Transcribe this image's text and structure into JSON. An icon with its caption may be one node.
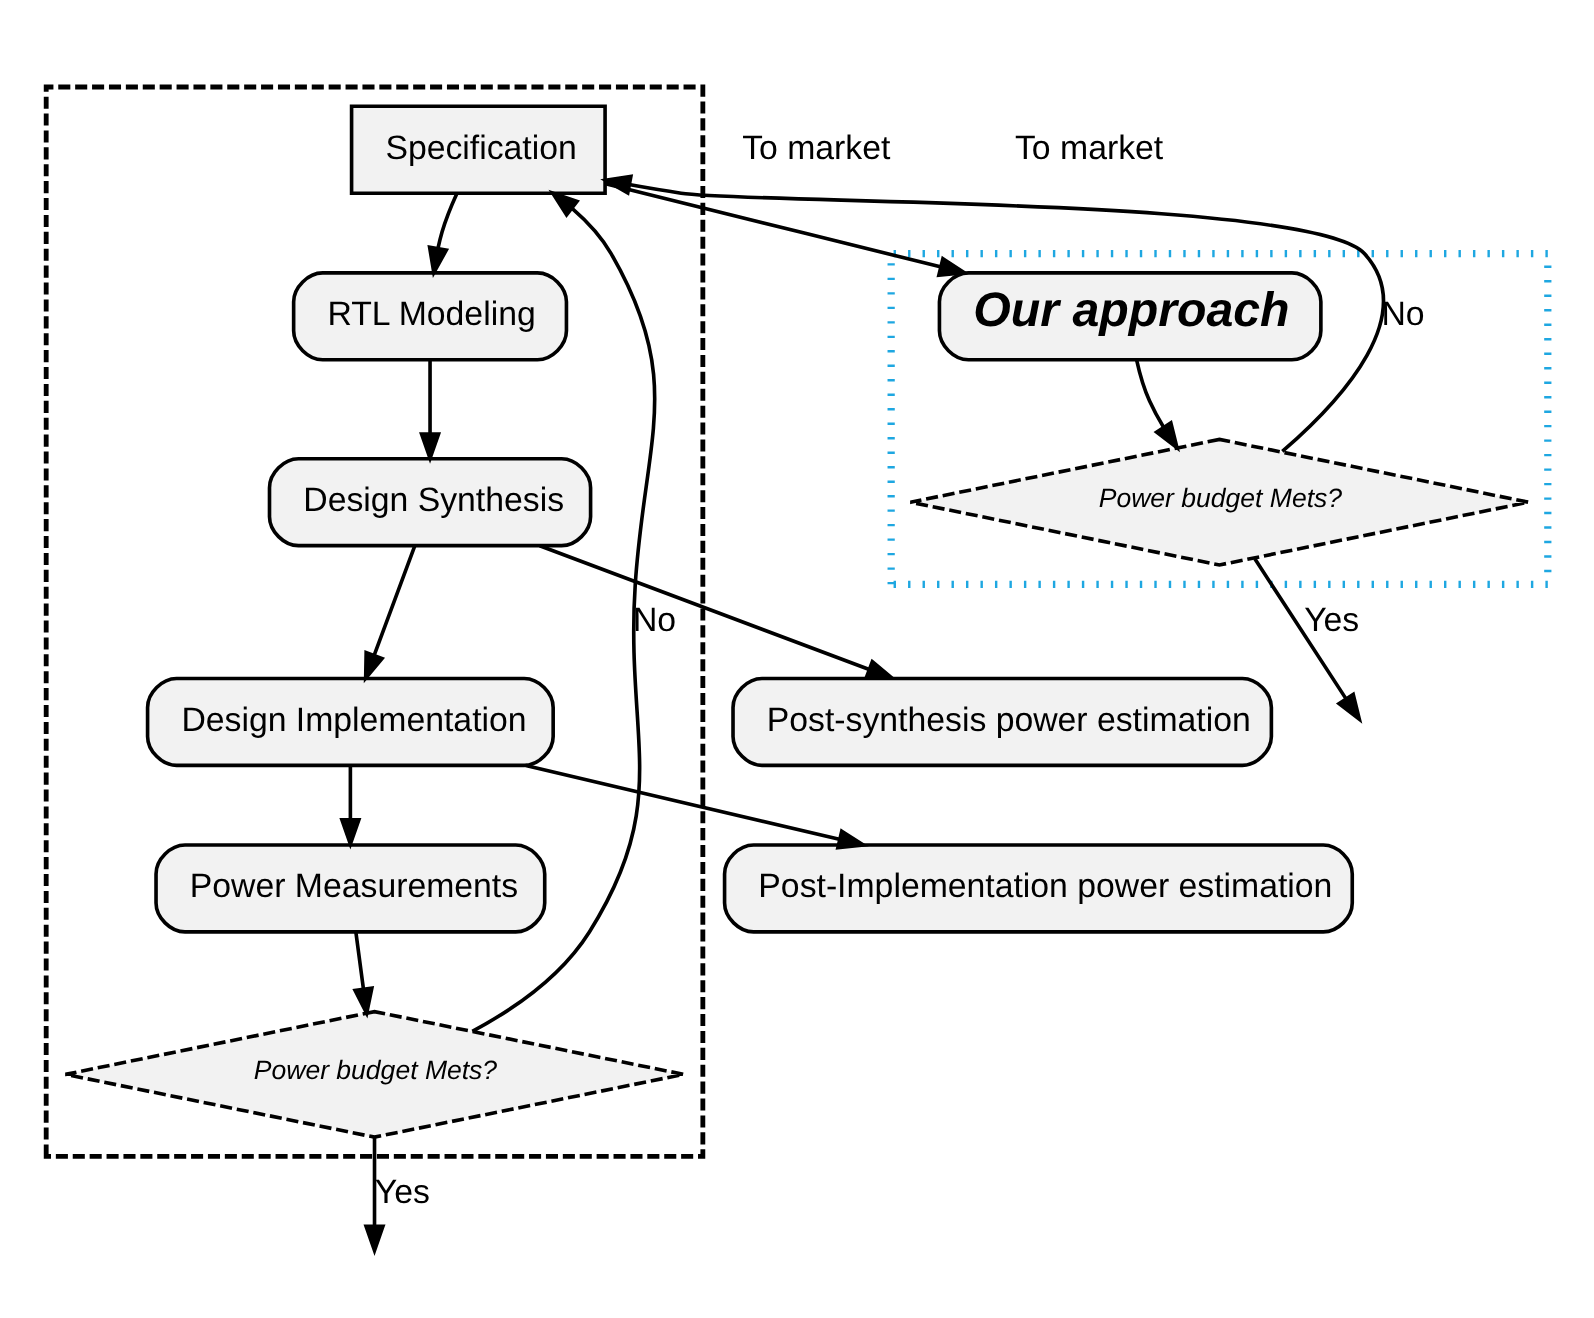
{
  "diagram": {
    "nodes": [
      {
        "text": [],
        "shape": "box"
      },
      {
        "text": [
          "Specification"
        ],
        "in": 0
      },
      {
        "text": [],
        "shape": "box"
      },
      {
        "text": [
          "Our approach"
        ],
        "in": 2
      },
      {
        "text": [
          "Power budget Mets?"
        ],
        "in": 2
      },
      {
        "text": [
          "RTL Modeling"
        ],
        "in": 0
      },
      {
        "text": [
          "Design Synthesis"
        ],
        "in": 0
      },
      {
        "text": [
          "Post-synthesis power estimation"
        ]
      },
      {
        "text": [
          "Design Implementation"
        ],
        "in": 0
      },
      {
        "text": [
          "Post-Implementation power estimation"
        ]
      },
      {
        "text": [
          "Power Measurements"
        ],
        "in": 0
      },
      {
        "text": [
          "Power budget Mets?"
        ],
        "in": 0
      }
    ],
    "edges": [
      {
        "from": 1,
        "to": 3,
        "arrow": "to"
      },
      {
        "from": 3,
        "to": 4,
        "arrow": "to"
      },
      {
        "from": 4,
        "to": 1,
        "arrow": "to",
        "label": "No"
      },
      {
        "from": 4,
        "to": null,
        "arrow": "to",
        "label": "Yes"
      },
      {
        "from": 1,
        "to": 5,
        "arrow": "to"
      },
      {
        "from": 5,
        "to": 6,
        "arrow": "to"
      },
      {
        "from": 6,
        "to": 8,
        "arrow": "to"
      },
      {
        "from": 6,
        "to": 7,
        "arrow": "to"
      },
      {
        "from": 8,
        "to": 10,
        "arrow": "to"
      },
      {
        "from": 8,
        "to": 9,
        "arrow": "to"
      },
      {
        "from": 10,
        "to": 11,
        "arrow": "to"
      },
      {
        "from": 11,
        "to": 1,
        "arrow": "to",
        "label": "No"
      },
      {
        "from": 11,
        "to": null,
        "arrow": "to",
        "label": "Yes"
      }
    ],
    "labels": [
      "To market",
      "To market"
    ]
  }
}
